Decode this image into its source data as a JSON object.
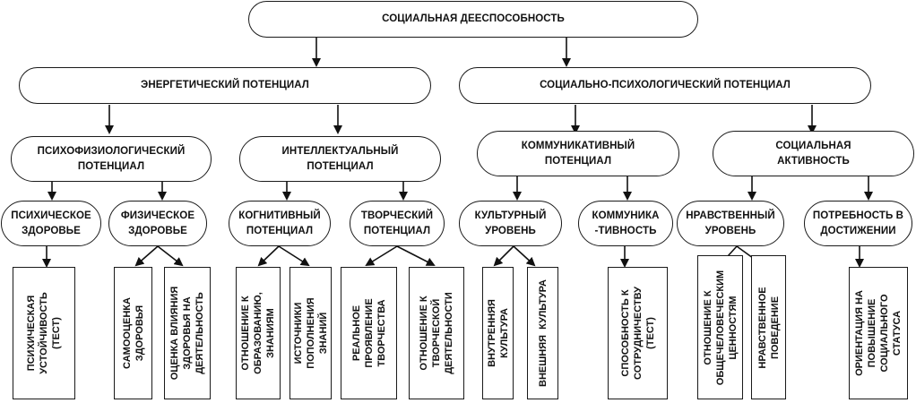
{
  "diagram": {
    "root": "СОЦИАЛЬНАЯ ДЕЕСПОСОБНОСТЬ",
    "level1": [
      "ЭНЕРГЕТИЧЕСКИЙ ПОТЕНЦИАЛ",
      "СОЦИАЛЬНО-ПСИХОЛОГИЧЕСКИЙ ПОТЕНЦИАЛ"
    ],
    "level2": [
      "ПСИХОФИЗИОЛОГИЧЕСКИЙ\nПОТЕНЦИАЛ",
      "ИНТЕЛЛЕКТУАЛЬНЫЙ\nПОТЕНЦИАЛ",
      "КОММУНИКАТИВНЫЙ\nПОТЕНЦИАЛ",
      "СОЦИАЛЬНАЯ\nАКТИВНОСТЬ"
    ],
    "level3": [
      "ПСИХИЧЕСКОЕ\nЗДОРОВЬЕ",
      "ФИЗИЧЕСКОЕ\nЗДОРОВЬЕ",
      "КОГНИТИВНЫЙ\nПОТЕНЦИАЛ",
      "ТВОРЧЕСКИЙ\nПОТЕНЦИАЛ",
      "КУЛЬТУРНЫЙ\nУРОВЕНЬ",
      "КОММУНИКА\n-ТИВНОСТЬ",
      "НРАВСТВЕННЫЙ\nУРОВЕНЬ",
      "ПОТРЕБНОСТЬ В\nДОСТИЖЕНИИ"
    ],
    "indicators": [
      "ПСИХИЧЕСКАЯ\nУСТОЙЧИВОСТЬ\n(ТЕСТ)",
      "САМООЦЕНКА\nЗДОРОВЬЯ",
      "ОЦЕНКА ВЛИЯНИЯ\nЗДОРОВЬЯ НА\nДЕЯТЕЛЬНОСТЬ",
      "ОТНОШЕНИЕ К\nОБРАЗОВАНИЮ,\nЗНАНИЯМ",
      "ИСТОЧНИКИ\nПОПОЛНЕНИЯ\nЗНАНИЙ",
      "РЕАЛЬНОЕ\nПРОЯВЛЕНИЕ\nТВОРЧЕСТВА",
      "ОТНОШЕНИЕ К\nТВОРЧЕСКОЙ\nДЕЯТЕЛЬНОСТИ",
      "ВНУТРЕННЯЯ\nКУЛЬТУРА",
      "ВНЕШНЯЯ  КУЛЬТУРА",
      "СПОСОБНОСТЬ К\nСОТРУДНИЧЕСТВУ\n(ТЕСТ)",
      "ОТНОШЕНИЕ К\nОБЩЕЧЕЛОВЕЧЕСКИМ\nЦЕННОСТЯМ",
      "НРАВСТВЕННОЕ\nПОВЕДЕНИЕ",
      "ОРИЕНТАЦИЯ НА\nПОВЫШЕНИЕ\nСОЦИАЛЬНОГО\nСТАТУСА"
    ]
  }
}
